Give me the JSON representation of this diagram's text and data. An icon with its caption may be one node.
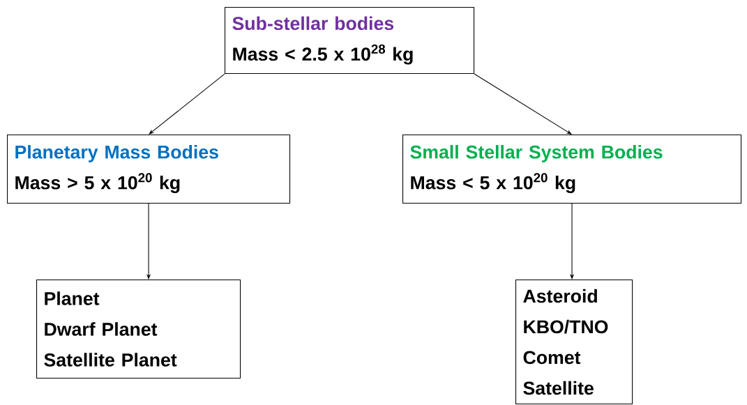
{
  "diagram": {
    "nodes": [
      {
        "text": [
          "Sub-stellar bodies",
          "Mass < 2.5 x 10$^{28}$ kg"
        ]
      },
      {
        "text": [
          "Planetary Mass Bodies",
          "Mass > 5 x 10$^{20}$ kg"
        ]
      },
      {
        "text": [
          "Small Stellar System Bodies",
          "Mass < 5 x 10$^{20}$ kg"
        ]
      },
      {
        "text": [
          "Planet",
          "Dwarf Planet",
          "Satellite Planet"
        ]
      },
      {
        "text": [
          "Asteroid",
          "KBO/TNO",
          "Comet",
          "Satellite"
        ]
      }
    ],
    "edges": [
      {
        "from": 0,
        "to": 1,
        "arrow": "to"
      },
      {
        "from": 0,
        "to": 2,
        "arrow": "to"
      },
      {
        "from": 1,
        "to": 3,
        "arrow": "to"
      },
      {
        "from": 2,
        "to": 4,
        "arrow": "to"
      }
    ]
  }
}
